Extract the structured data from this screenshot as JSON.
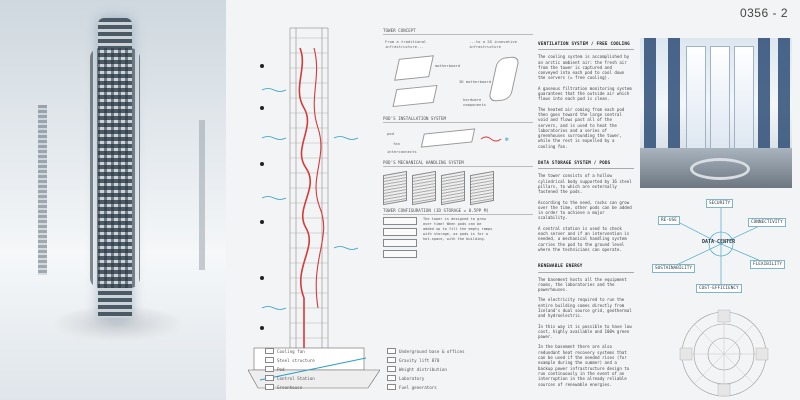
{
  "sheet": {
    "panel_id": "0356 - 2"
  },
  "diagram_headers": {
    "tower_concept": "TOWER CONCEPT",
    "pod_installation": "POD'S INSTALLATION SYSTEM",
    "pod_mechanical": "POD'S MECHANICAL HANDLING SYSTEM",
    "tower_configuration": "TOWER CONFIGURATION (3D storage = 0.5PP m)"
  },
  "diagram_notes": {
    "note_a": "From a traditional infrastructure...",
    "note_b": "...to a 2D innovative infrastructure",
    "motherboard": "motherboard",
    "pod_motherboard": "3D motherboard",
    "hardware": "hardware components",
    "pod": "pod",
    "fan": "fan",
    "interconnects": "interconnects",
    "config_note": "The tower is designed to grow over time! When pods can be added up to fill the empty ramps with storage, as pods is for a hot-space, with the building."
  },
  "legend": [
    [
      "Cooling fan",
      "Underground base & offices"
    ],
    [
      "Steel structure",
      "Gravity lift 870"
    ],
    [
      "Pod",
      "Weight distribution"
    ],
    [
      "Control Station",
      "Laboratory"
    ],
    [
      "Greenhouse",
      "Fuel generators"
    ]
  ],
  "text": {
    "ventilation": {
      "title": "VENTILATION SYSTEM / FREE COOLING",
      "paragraphs": [
        "The cooling system is accomplished by an arctic ambient air: the fresh air from the tower is captured and conveyed into each pod to cool down the servers (= free cooling).",
        "A gaseous filtration monitoring system guarantees that the outside air which flows into each pod is clean.",
        "The heated air coming from each pod then goes toward the large central void and flows past all of the servers, and is used to heat the laboratories and a series of greenhouses surrounding the tower, while the rest is expelled by a cooling fan."
      ]
    },
    "storage": {
      "title": "DATA STORAGE SYSTEM / PODS",
      "paragraphs": [
        "The tower consists of a hollow cylindrical body supported by 16 steel pillars, to which are externally fastened the pods.",
        "According to the need, racks can grow over the time, other pods can be added in order to achieve a major scalability.",
        "A central station is used to check each server and if an intervention is needed, a mechanical handling system carries the pod to the ground level where the technicians can operate."
      ]
    },
    "energy": {
      "title": "RENEWABLE ENERGY",
      "paragraphs": [
        "The basement hosts all the equipment rooms, the laboratories and the powerhouses.",
        "The electricity required to run the entire building comes directly from Iceland's dual source grid, geothermal and hydroelectric.",
        "In this way it is possible to have low cost, highly available and 100% green power.",
        "In the basement there are also redundant heat recovery systems that can be used if the needed rises (for example during the summer) and a backup power infrastructure design to run continuously in the event of an interruption in the already reliable sources of renewable energies."
      ]
    }
  },
  "concept": {
    "center": "DATA CENTER",
    "nodes": [
      "SECURITY",
      "RE-USE",
      "CONNECTIVITY",
      "SUSTAINABILITY",
      "FLEXIBILITY",
      "COST-EFFICIENCY"
    ]
  },
  "colors": {
    "accent_red": "#d63a3a",
    "accent_blue": "#2e9ec4",
    "node_border": "#7fb5c9",
    "pillar_blue": "#2d4c75"
  }
}
